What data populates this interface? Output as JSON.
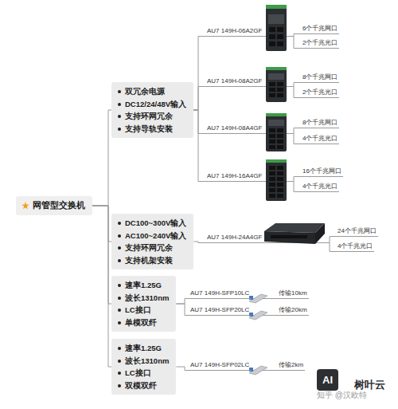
{
  "diagram": {
    "nodes": [
      {
        "text": [
          "网管型交换机"
        ]
      },
      {
        "text": [
          "双冗余电源",
          "DC12/24/48V输入",
          "支持环网冗余",
          "支持导轨安装"
        ]
      },
      {
        "text": [
          "AU7 149H-06A2GF"
        ]
      },
      {
        "text": [
          "6个千兆网口"
        ]
      },
      {
        "text": [
          "2个千兆光口"
        ]
      },
      {
        "text": [
          "AU7 149H-08A2GF"
        ]
      },
      {
        "text": [
          "8个千兆网口"
        ]
      },
      {
        "text": [
          "2个千兆光口"
        ]
      },
      {
        "text": [
          "AU7 149H-08A4GF"
        ]
      },
      {
        "text": [
          "8个千兆网口"
        ]
      },
      {
        "text": [
          "4个千兆光口"
        ]
      },
      {
        "text": [
          "AU7 149H-16A4GF"
        ]
      },
      {
        "text": [
          "16个千兆网口"
        ]
      },
      {
        "text": [
          "4个千兆光口"
        ]
      },
      {
        "text": [
          "DC100~300V输入",
          "AC100~240V输入",
          "支持环网冗余",
          "支持机架安装"
        ]
      },
      {
        "text": [
          "AU7 149H-24A4GF"
        ]
      },
      {
        "text": [
          "24个千兆网口"
        ]
      },
      {
        "text": [
          "4个千兆光口"
        ]
      },
      {
        "text": [
          "速率1.25G",
          "波长1310nm",
          "LC接口",
          "单模双纤"
        ]
      },
      {
        "text": [
          "AU7 149H-SFP10LC"
        ]
      },
      {
        "text": [
          "传输10km"
        ]
      },
      {
        "text": [
          "AU7 149H-SFP20LC"
        ]
      },
      {
        "text": [
          "传输20km"
        ]
      },
      {
        "text": [
          "速率1.25G",
          "波长1310nm",
          "LC接口",
          "双模双纤"
        ]
      },
      {
        "text": [
          "AU7 149H-SFP02LC"
        ]
      },
      {
        "text": [
          "传输2km"
        ]
      }
    ],
    "edges": [
      {
        "from": 0,
        "to": 1,
        "arrow": "none"
      },
      {
        "from": 0,
        "to": 14,
        "arrow": "none"
      },
      {
        "from": 0,
        "to": 18,
        "arrow": "none"
      },
      {
        "from": 0,
        "to": 23,
        "arrow": "none"
      },
      {
        "from": 1,
        "to": 2,
        "arrow": "none"
      },
      {
        "from": 1,
        "to": 5,
        "arrow": "none"
      },
      {
        "from": 1,
        "to": 8,
        "arrow": "none"
      },
      {
        "from": 1,
        "to": 11,
        "arrow": "none"
      },
      {
        "from": 2,
        "to": 3,
        "arrow": "none"
      },
      {
        "from": 2,
        "to": 4,
        "arrow": "none"
      },
      {
        "from": 5,
        "to": 6,
        "arrow": "none"
      },
      {
        "from": 5,
        "to": 7,
        "arrow": "none"
      },
      {
        "from": 8,
        "to": 9,
        "arrow": "none"
      },
      {
        "from": 8,
        "to": 10,
        "arrow": "none"
      },
      {
        "from": 11,
        "to": 12,
        "arrow": "none"
      },
      {
        "from": 11,
        "to": 13,
        "arrow": "none"
      },
      {
        "from": 14,
        "to": 15,
        "arrow": "none"
      },
      {
        "from": 15,
        "to": 16,
        "arrow": "none"
      },
      {
        "from": 15,
        "to": 17,
        "arrow": "none"
      },
      {
        "from": 18,
        "to": 19,
        "arrow": "none"
      },
      {
        "from": 18,
        "to": 21,
        "arrow": "none"
      },
      {
        "from": 19,
        "to": 20,
        "arrow": "none"
      },
      {
        "from": 21,
        "to": 22,
        "arrow": "none"
      },
      {
        "from": 23,
        "to": 24,
        "arrow": "none"
      },
      {
        "from": 24,
        "to": 25,
        "arrow": "none"
      }
    ],
    "labels": [
      "知乎 @汉欧特",
      "AI",
      "树叶云"
    ]
  }
}
